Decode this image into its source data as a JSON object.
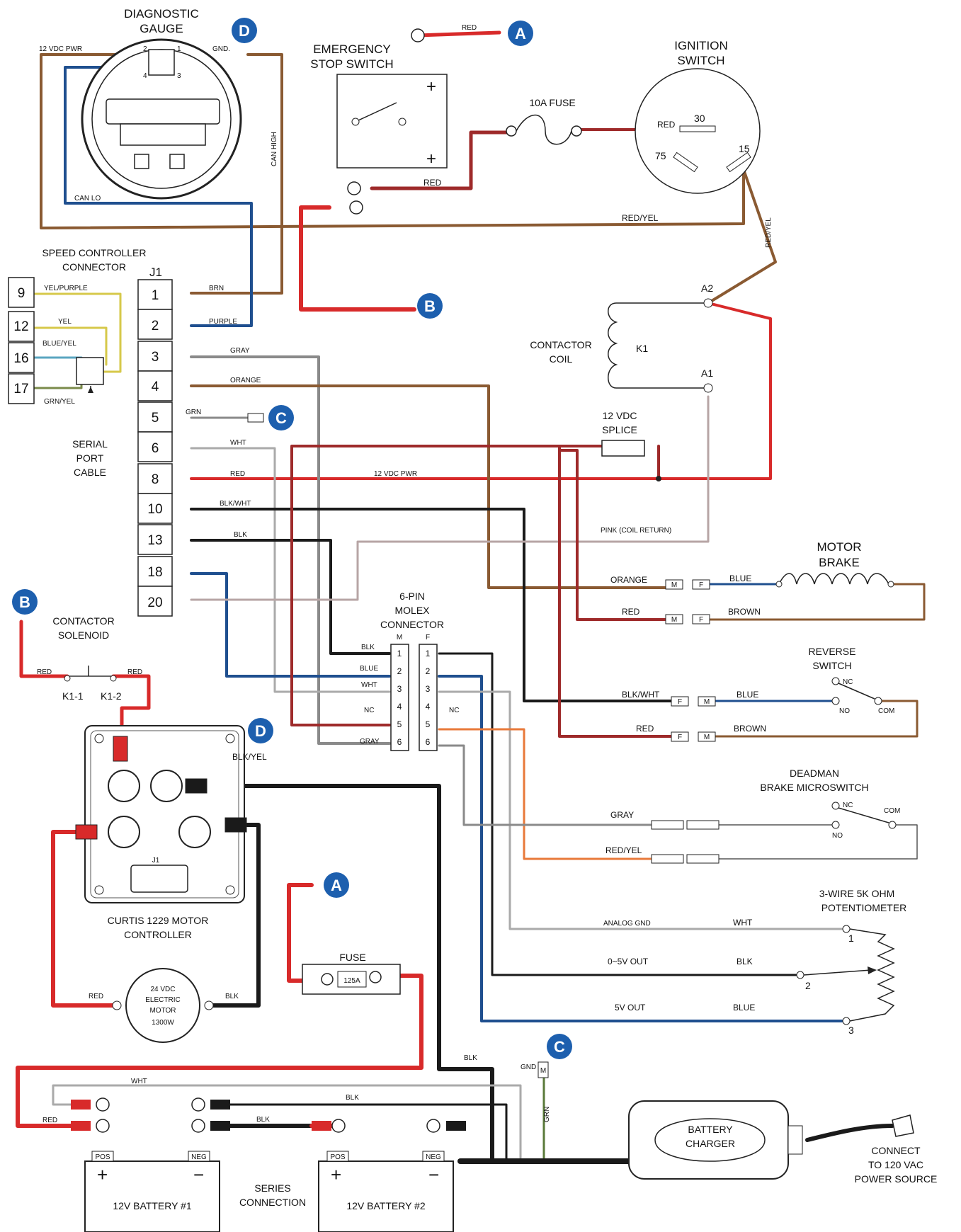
{
  "diagnostic_gauge": {
    "title_line1": "DIAGNOSTIC",
    "title_line2": "GAUGE",
    "pwr": "12 VDC PWR",
    "gnd": "GND.",
    "can_high": "CAN HIGH",
    "can_lo": "CAN LO",
    "pins": [
      "2",
      "1",
      "4",
      "3"
    ]
  },
  "estop": {
    "line1": "EMERGENCY",
    "line2": "STOP SWITCH",
    "plus": "+"
  },
  "fuse10": "10A FUSE",
  "ignition": {
    "line1": "IGNITION",
    "line2": "SWITCH",
    "t30": "30",
    "t15": "15",
    "t75": "75"
  },
  "speed_conn": {
    "line1": "SPEED CONTROLLER",
    "line2": "CONNECTOR",
    "j1": "J1"
  },
  "serial": {
    "line1": "SERIAL",
    "line2": "PORT",
    "line3": "CABLE",
    "pins": [
      "9",
      "12",
      "16",
      "17"
    ]
  },
  "j1_pins": [
    "1",
    "2",
    "3",
    "4",
    "5",
    "6",
    "8",
    "10",
    "13",
    "18",
    "20"
  ],
  "wires": {
    "red": "RED",
    "red_yel": "RED/YEL",
    "yel_purple": "YEL/PURPLE",
    "yel": "YEL",
    "blue_yel": "BLUE/YEL",
    "grn_yel": "GRN/YEL",
    "brn": "BRN",
    "purple": "PURPLE",
    "gray": "GRAY",
    "orange": "ORANGE",
    "grn": "GRN",
    "wht": "WHT",
    "pwr12": "12 VDC PWR",
    "blk_wht": "BLK/WHT",
    "blk": "BLK",
    "pink": "PINK (COIL RETURN)",
    "blue": "BLUE",
    "brown": "BROWN",
    "blk_yel": "BLK/YEL",
    "analog_gnd": "ANALOG GND",
    "out05": "0~5V OUT",
    "out5": "5V OUT",
    "gnd": "GND",
    "nc": "NC"
  },
  "contactor": {
    "line1": "CONTACTOR",
    "line2": "COIL",
    "k1": "K1",
    "a1": "A1",
    "a2": "A2"
  },
  "splice": {
    "line1": "12 VDC",
    "line2": "SPLICE"
  },
  "motor_brake": {
    "line1": "MOTOR",
    "line2": "BRAKE"
  },
  "molex": {
    "line1": "6-PIN",
    "line2": "MOLEX",
    "line3": "CONNECTOR",
    "m": "M",
    "f": "F",
    "pins": [
      "1",
      "2",
      "3",
      "4",
      "5",
      "6"
    ]
  },
  "reverse": {
    "line1": "REVERSE",
    "line2": "SWITCH",
    "nc": "NC",
    "no": "NO",
    "com": "COM"
  },
  "deadman": {
    "line1": "DEADMAN",
    "line2": "BRAKE MICROSWITCH",
    "nc": "NC",
    "no": "NO",
    "com": "COM"
  },
  "pot": {
    "line1": "3-WIRE 5K OHM",
    "line2": "POTENTIOMETER",
    "p1": "1",
    "p2": "2",
    "p3": "3"
  },
  "solenoid": {
    "line1": "CONTACTOR",
    "line2": "SOLENOID",
    "k11": "K1-1",
    "k12": "K1-2"
  },
  "controller": {
    "line1": "CURTIS 1229 MOTOR",
    "line2": "CONTROLLER",
    "j1": "J1"
  },
  "motor": {
    "line1": "24 VDC",
    "line2": "ELECTRIC",
    "line3": "MOTOR",
    "line4": "1300W"
  },
  "main_fuse": {
    "title": "FUSE",
    "rating": "125A"
  },
  "charger": {
    "line1": "BATTERY",
    "line2": "CHARGER",
    "m": "M"
  },
  "ac": {
    "line1": "CONNECT",
    "line2": "TO 120 VAC",
    "line3": "POWER SOURCE"
  },
  "battery1": {
    "label": "12V BATTERY #1",
    "pos": "POS",
    "neg": "NEG",
    "plus": "+",
    "minus": "−"
  },
  "battery2": {
    "label": "12V BATTERY #2",
    "pos": "POS",
    "neg": "NEG",
    "plus": "+",
    "minus": "−"
  },
  "series": {
    "line1": "SERIES",
    "line2": "CONNECTION"
  },
  "markers": {
    "a": "A",
    "b": "B",
    "c": "C",
    "d": "D"
  },
  "colors": {
    "red": "#d82a2a",
    "darkred": "#9e2a2a",
    "brown": "#8a5a32",
    "blue": "#1f4f8f",
    "gray": "#8a8a8a",
    "black": "#1a1a1a",
    "orange": "#e8793a",
    "yellow": "#d6c84a",
    "green": "#5a7a3a",
    "marker": "#1d5fae"
  }
}
